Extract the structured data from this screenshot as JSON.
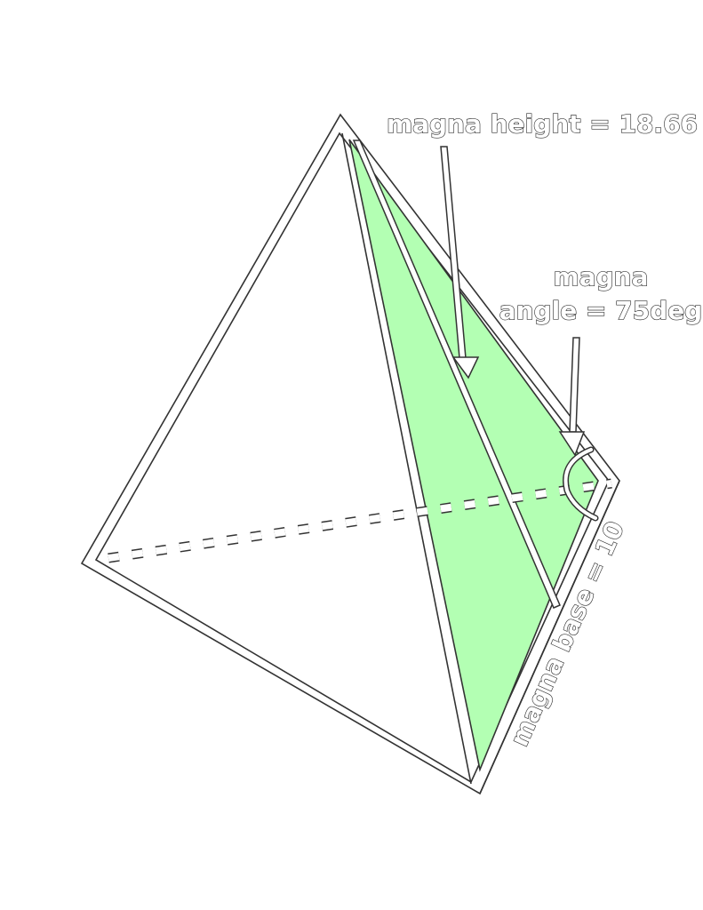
{
  "diagram": {
    "title": "",
    "labels": {
      "height": "magna height = 18.66",
      "angle_line1": "magna",
      "angle_line2": "angle = 75deg",
      "base": "magna base = 10"
    },
    "values": {
      "height": 18.66,
      "angle_deg": 75,
      "base": 10
    },
    "colors": {
      "face_fill": "#b3ffb3",
      "outline": "#333333",
      "background": "#ffffff"
    }
  }
}
